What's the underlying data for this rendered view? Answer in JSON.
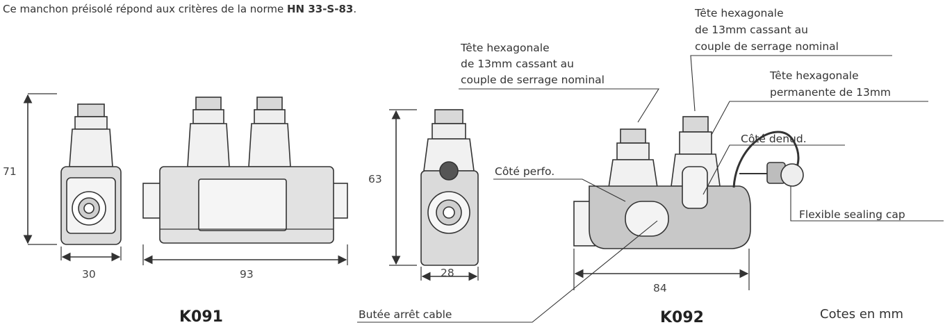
{
  "intro": {
    "prefix": "Ce manchon préisolé répond aux critères de la norme ",
    "norm": "HN 33-S-83",
    "suffix": "."
  },
  "dimensions": {
    "k091_height": "71",
    "k091_width": "30",
    "k091_length": "93",
    "k092_height": "63",
    "k092_width": "28",
    "k092_length": "84"
  },
  "labels": {
    "head_shear_1": [
      "Tête hexagonale",
      "de 13mm cassant au",
      "couple de serrage nominal"
    ],
    "head_shear_2": [
      "Tête hexagonale",
      "de 13mm cassant au",
      "couple de serrage nominal"
    ],
    "head_permanent": [
      "Tête hexagonale",
      "permanente de 13mm"
    ],
    "stripped_side": "Côté denud.",
    "pierced_side": "Côté perfo.",
    "sealing_cap": "Flexible sealing cap",
    "cable_stop": "Butée arrêt cable"
  },
  "models": {
    "k091": "K091",
    "k092": "K092"
  },
  "units_note": "Cotes en mm",
  "colors": {
    "line": "#333333",
    "body_grey": "#cfcfcf",
    "dark_grey": "#9a9a9a"
  }
}
